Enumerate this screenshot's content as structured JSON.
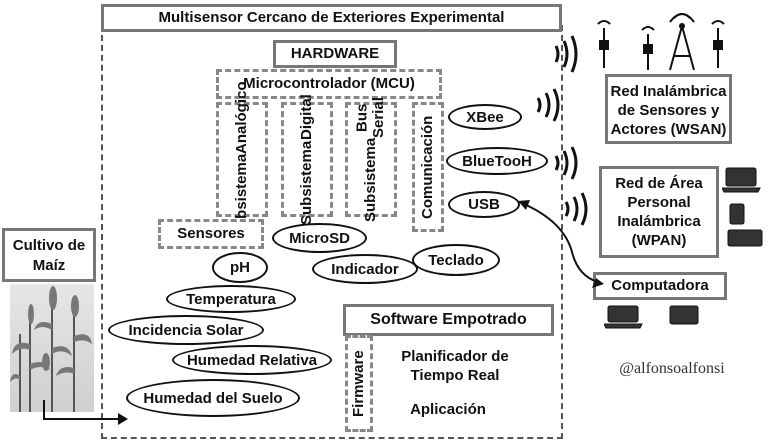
{
  "title": "Multisensor Cercano de Exteriores Experimental",
  "hardware": "HARDWARE",
  "mcu": "Microcontrolador (MCU)",
  "subsystems": {
    "analog": [
      "Subsistema",
      "Analógico"
    ],
    "digital": [
      "Subsistema",
      "Digital"
    ],
    "serial": [
      "Subsistema",
      "Bus Serial"
    ],
    "comm": "Comunicación"
  },
  "comm_options": [
    "XBee",
    "BlueTooH",
    "USB"
  ],
  "sensores": "Sensores",
  "microsd": "MicroSD",
  "indicador": "Indicador",
  "teclado": "Teclado",
  "sensor_ovals": [
    "pH",
    "Temperatura",
    "Incidencia Solar",
    "Humedad Relativa",
    "Humedad del Suelo"
  ],
  "software": {
    "title": "Software Empotrado",
    "firmware": "Firmware",
    "scheduler": [
      "Planificador de",
      "Tiempo Real"
    ],
    "app": "Aplicación"
  },
  "crop": [
    "Cultivo de",
    "Maíz"
  ],
  "wsan": [
    "Red Inalámbrica",
    "de Sensores y",
    "Actores (WSAN)"
  ],
  "wpan": [
    "Red de Área",
    "Personal",
    "Inalámbrica",
    "(WPAN)"
  ],
  "computer": "Computadora",
  "handle": "@alfonsoalfonsi"
}
